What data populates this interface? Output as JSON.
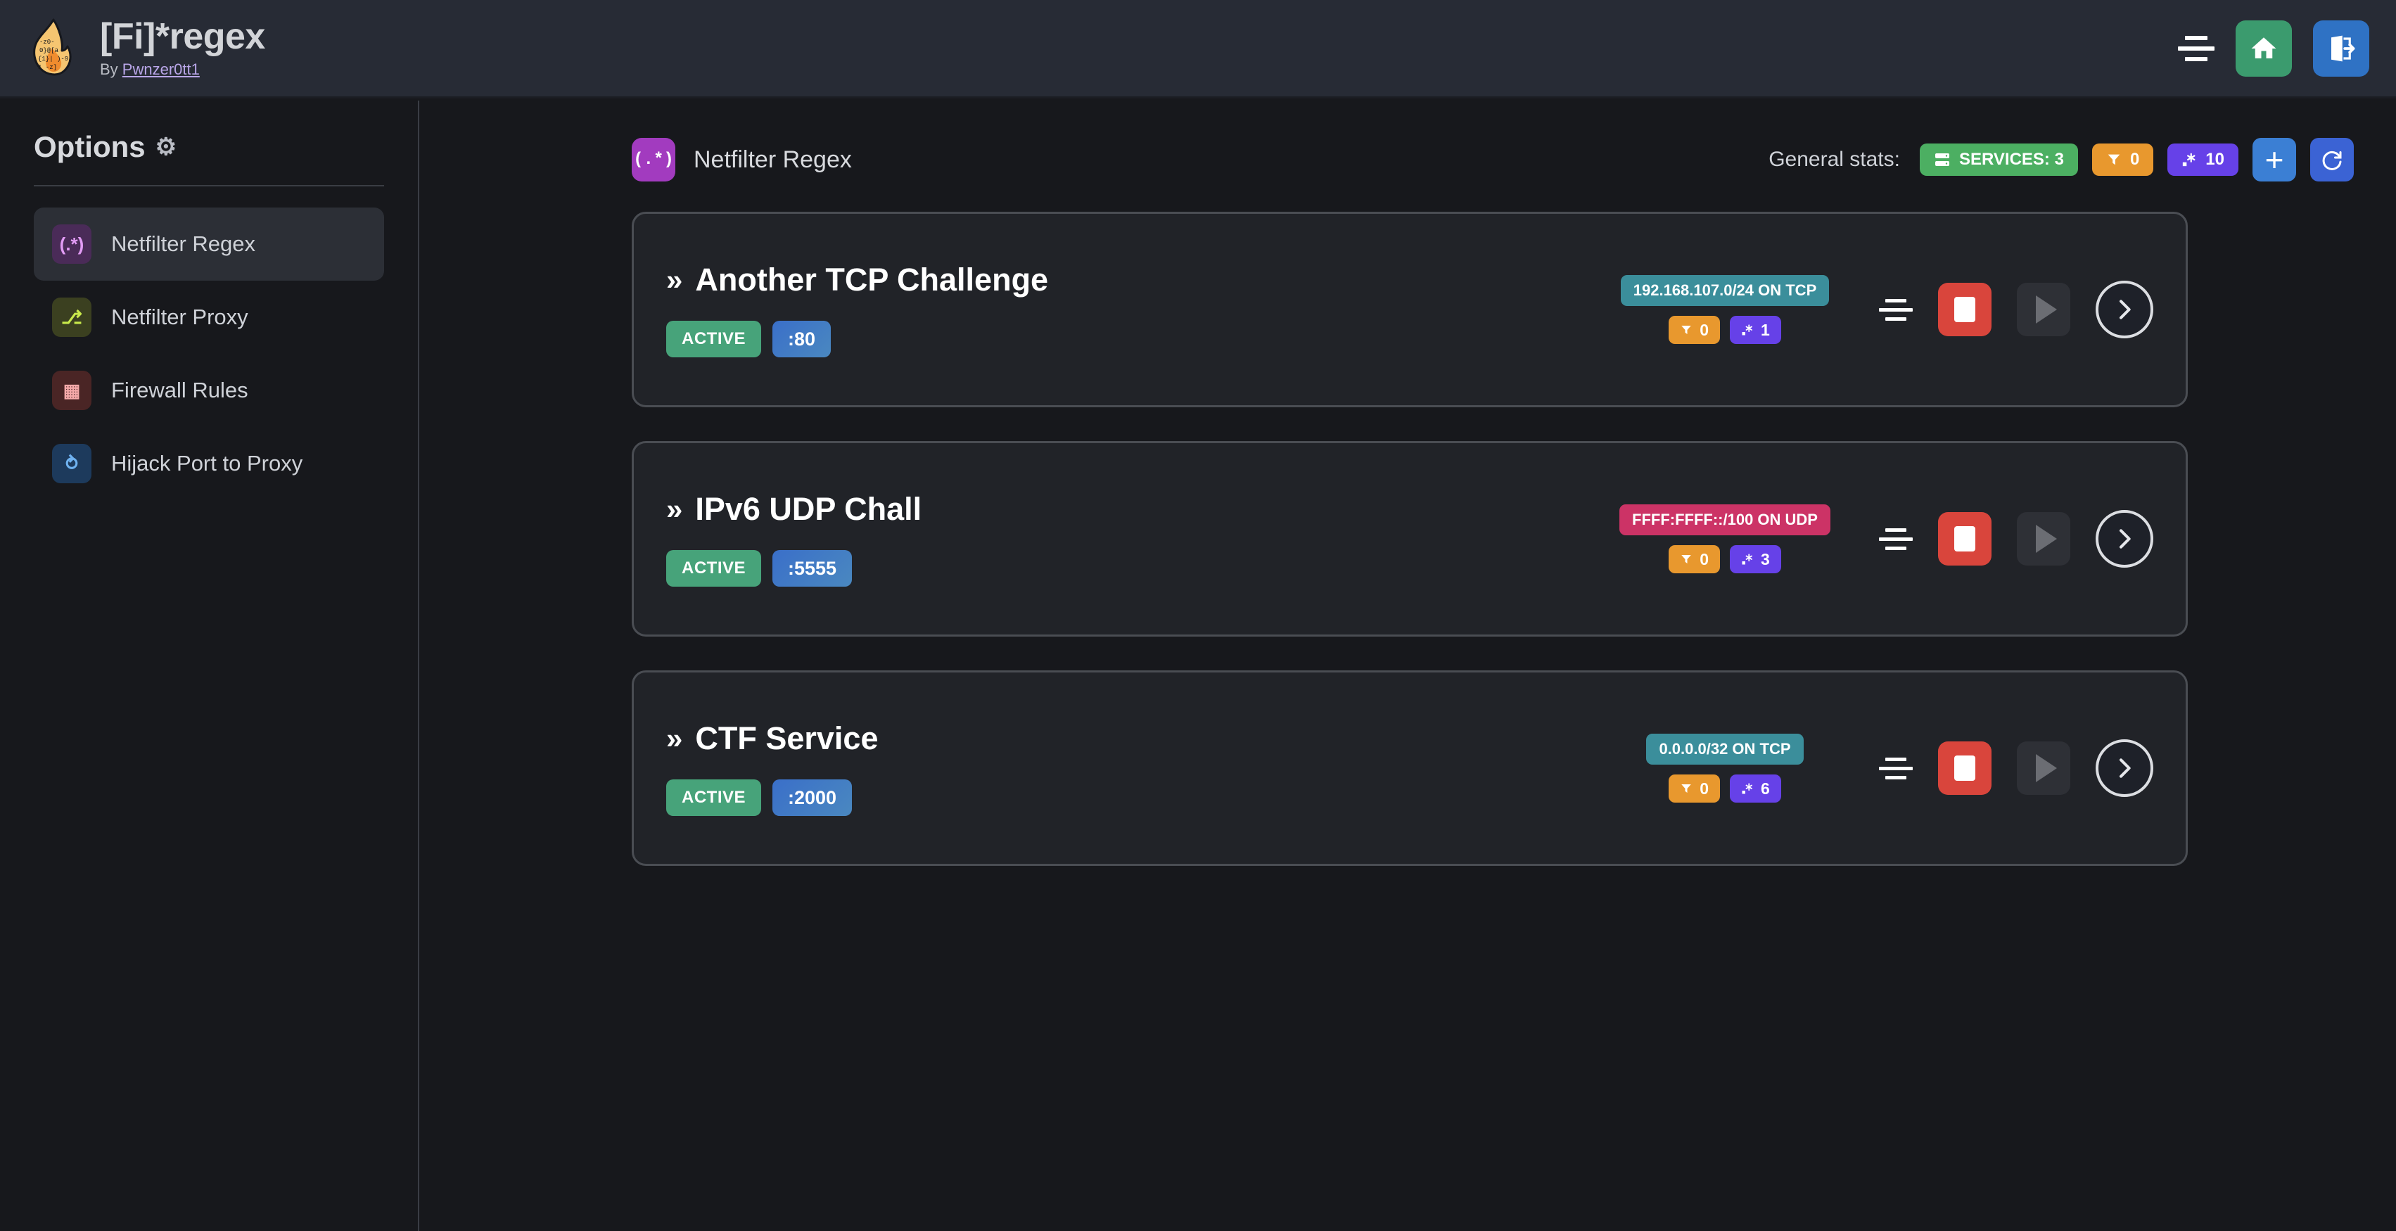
{
  "header": {
    "logo_icon": "flame-regex-logo",
    "title": "[Fi]*regex",
    "by_prefix": "By ",
    "author": "Pwnzer0tt1",
    "menu_icon": "align-center-icon",
    "home_icon": "home-icon",
    "logout_icon": "logout-icon"
  },
  "sidebar": {
    "heading": "Options",
    "gear_icon": "gear-icon",
    "items": [
      {
        "label": "Netfilter Regex",
        "icon": "regex-icon",
        "icon_glyph": "(.*)",
        "active": true
      },
      {
        "label": "Netfilter Proxy",
        "icon": "plug-icon",
        "icon_glyph": "⎇",
        "active": false
      },
      {
        "label": "Firewall Rules",
        "icon": "brick-wall-icon",
        "icon_glyph": "▦",
        "active": false
      },
      {
        "label": "Hijack Port to Proxy",
        "icon": "route-icon",
        "icon_glyph": "⥁",
        "active": false
      }
    ]
  },
  "main": {
    "page_icon": "regex-icon",
    "page_icon_glyph": "(.*)",
    "page_title": "Netfilter Regex",
    "stats_label": "General stats:",
    "stats": [
      {
        "name": "services-count",
        "icon": "server-icon",
        "label": "SERVICES: 3",
        "color": "#4caf62"
      },
      {
        "name": "filters-count",
        "icon": "filter-icon",
        "label": "0",
        "color": "#e8982e"
      },
      {
        "name": "regexes-count",
        "icon": "regex-dot-star-icon",
        "label": "10",
        "color": "#6641e8"
      }
    ],
    "add_button_icon": "plus-icon",
    "add_button_label": "+",
    "refresh_button_icon": "refresh-icon",
    "refresh_button_label": "⟳",
    "services": [
      {
        "chevron": "»",
        "name": "Another TCP Challenge",
        "status": "ACTIVE",
        "port": ":80",
        "network": "192.168.107.0/24 ON TCP",
        "network_color": "#3b8e9b",
        "filters": "0",
        "regexes": "1",
        "menu_icon": "align-center-icon",
        "stop_icon": "stop-icon",
        "play_icon": "play-icon",
        "details_icon": "chevron-right-icon"
      },
      {
        "chevron": "»",
        "name": "IPv6 UDP Chall",
        "status": "ACTIVE",
        "port": ":5555",
        "network": "FFFF:FFFF::/100 ON UDP",
        "network_color": "#cc3366",
        "filters": "0",
        "regexes": "3",
        "menu_icon": "align-center-icon",
        "stop_icon": "stop-icon",
        "play_icon": "play-icon",
        "details_icon": "chevron-right-icon"
      },
      {
        "chevron": "»",
        "name": "CTF Service",
        "status": "ACTIVE",
        "port": ":2000",
        "network": "0.0.0.0/32 ON TCP",
        "network_color": "#3b8e9b",
        "filters": "0",
        "regexes": "6",
        "menu_icon": "align-center-icon",
        "stop_icon": "stop-icon",
        "play_icon": "play-icon",
        "details_icon": "chevron-right-icon"
      }
    ]
  },
  "colors": {
    "page_bg": "#17181c",
    "topbar_bg": "#272b35",
    "card_bg": "#212328",
    "card_border": "#4a4d53",
    "accent_green": "#3b9b6e",
    "accent_blue": "#2f72c4",
    "accent_red": "#d9453c",
    "accent_purple": "#a23bbf"
  }
}
